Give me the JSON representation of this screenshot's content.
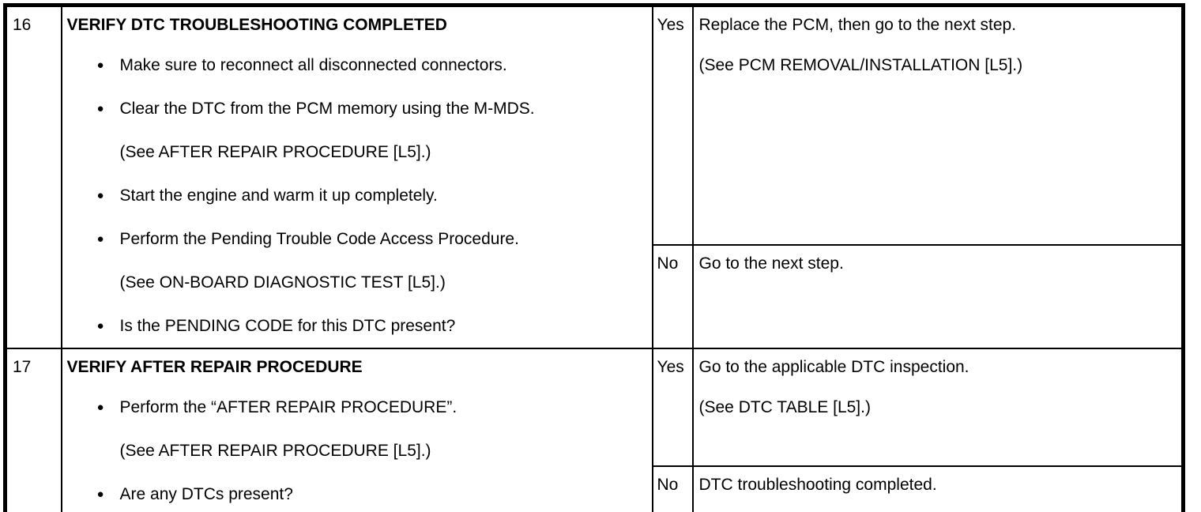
{
  "icons": {
    "bullet": "●"
  },
  "table": {
    "rows": [
      {
        "step": "16",
        "title": "VERIFY DTC TROUBLESHOOTING COMPLETED",
        "action_lines": [
          {
            "type": "bullet",
            "text": "Make sure to reconnect all disconnected connectors."
          },
          {
            "type": "bullet",
            "text": "Clear the DTC from the PCM memory using the M-MDS."
          },
          {
            "type": "plain",
            "text": "(See AFTER REPAIR PROCEDURE [L5].)"
          },
          {
            "type": "bullet",
            "text": "Start the engine and warm it up completely."
          },
          {
            "type": "bullet",
            "text": "Perform the Pending Trouble Code Access Procedure."
          },
          {
            "type": "plain",
            "text": "(See ON-BOARD DIAGNOSTIC TEST [L5].)"
          },
          {
            "type": "bullet",
            "text": "Is the PENDING CODE for this DTC present?"
          }
        ],
        "yes": {
          "label": "Yes",
          "lines": [
            "Replace the PCM, then go to the next step.",
            "(See PCM REMOVAL/INSTALLATION [L5].)"
          ]
        },
        "no": {
          "label": "No",
          "lines": [
            "Go to the next step."
          ]
        }
      },
      {
        "step": "17",
        "title": "VERIFY AFTER REPAIR PROCEDURE",
        "action_lines": [
          {
            "type": "bullet",
            "text": "Perform the “AFTER REPAIR PROCEDURE”."
          },
          {
            "type": "plain",
            "text": "(See AFTER REPAIR PROCEDURE [L5].)"
          },
          {
            "type": "bullet",
            "text": "Are any DTCs present?"
          }
        ],
        "yes": {
          "label": "Yes",
          "lines": [
            "Go to the applicable DTC inspection.",
            "(See DTC TABLE [L5].)"
          ]
        },
        "no": {
          "label": "No",
          "lines": [
            "DTC troubleshooting completed."
          ]
        }
      }
    ]
  }
}
